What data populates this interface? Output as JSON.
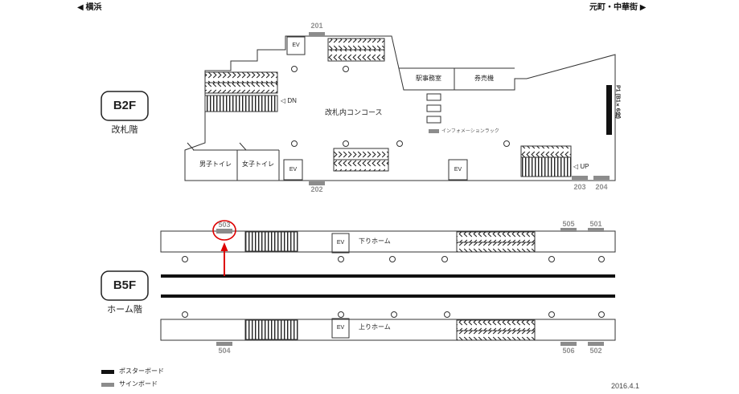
{
  "header": {
    "left_direction": "◀ 横浜",
    "right_direction": "元町・中華街 ▶"
  },
  "meta": {
    "date": "2016.4.1"
  },
  "legend": {
    "poster_board": {
      "label": "ポスターボード",
      "color": "#111111"
    },
    "sign_board": {
      "label": "サインボード",
      "color": "#8c8c8c"
    }
  },
  "colors": {
    "highlight": "#dd0000",
    "signboard": "#8c8c8c",
    "outline": "#333333"
  },
  "ev_label": "EV",
  "b2f": {
    "floor": "B2F",
    "floor_caption": "改札階",
    "rooms": {
      "station_office": "駅事務室",
      "ticket_machines": "券売機",
      "concourse": "改札内コンコース",
      "mens_toilet": "男子トイレ",
      "womens_toilet": "女子トイレ",
      "info_rack": "インフォメーションラック"
    },
    "marks": {
      "down": "◁ DN",
      "up": "◁ UP",
      "p1": "P1 (B1×6段)"
    },
    "boards": {
      "b201": "201",
      "b202": "202",
      "b203": "203",
      "b204": "204"
    }
  },
  "b5f": {
    "floor": "B5F",
    "floor_caption": "ホーム階",
    "platforms": {
      "down": "下りホーム",
      "up": "上りホーム"
    },
    "boards": {
      "b501": "501",
      "b502": "502",
      "b503": "503",
      "b504": "504",
      "b505": "505",
      "b506": "506"
    },
    "highlighted_board": "503"
  }
}
